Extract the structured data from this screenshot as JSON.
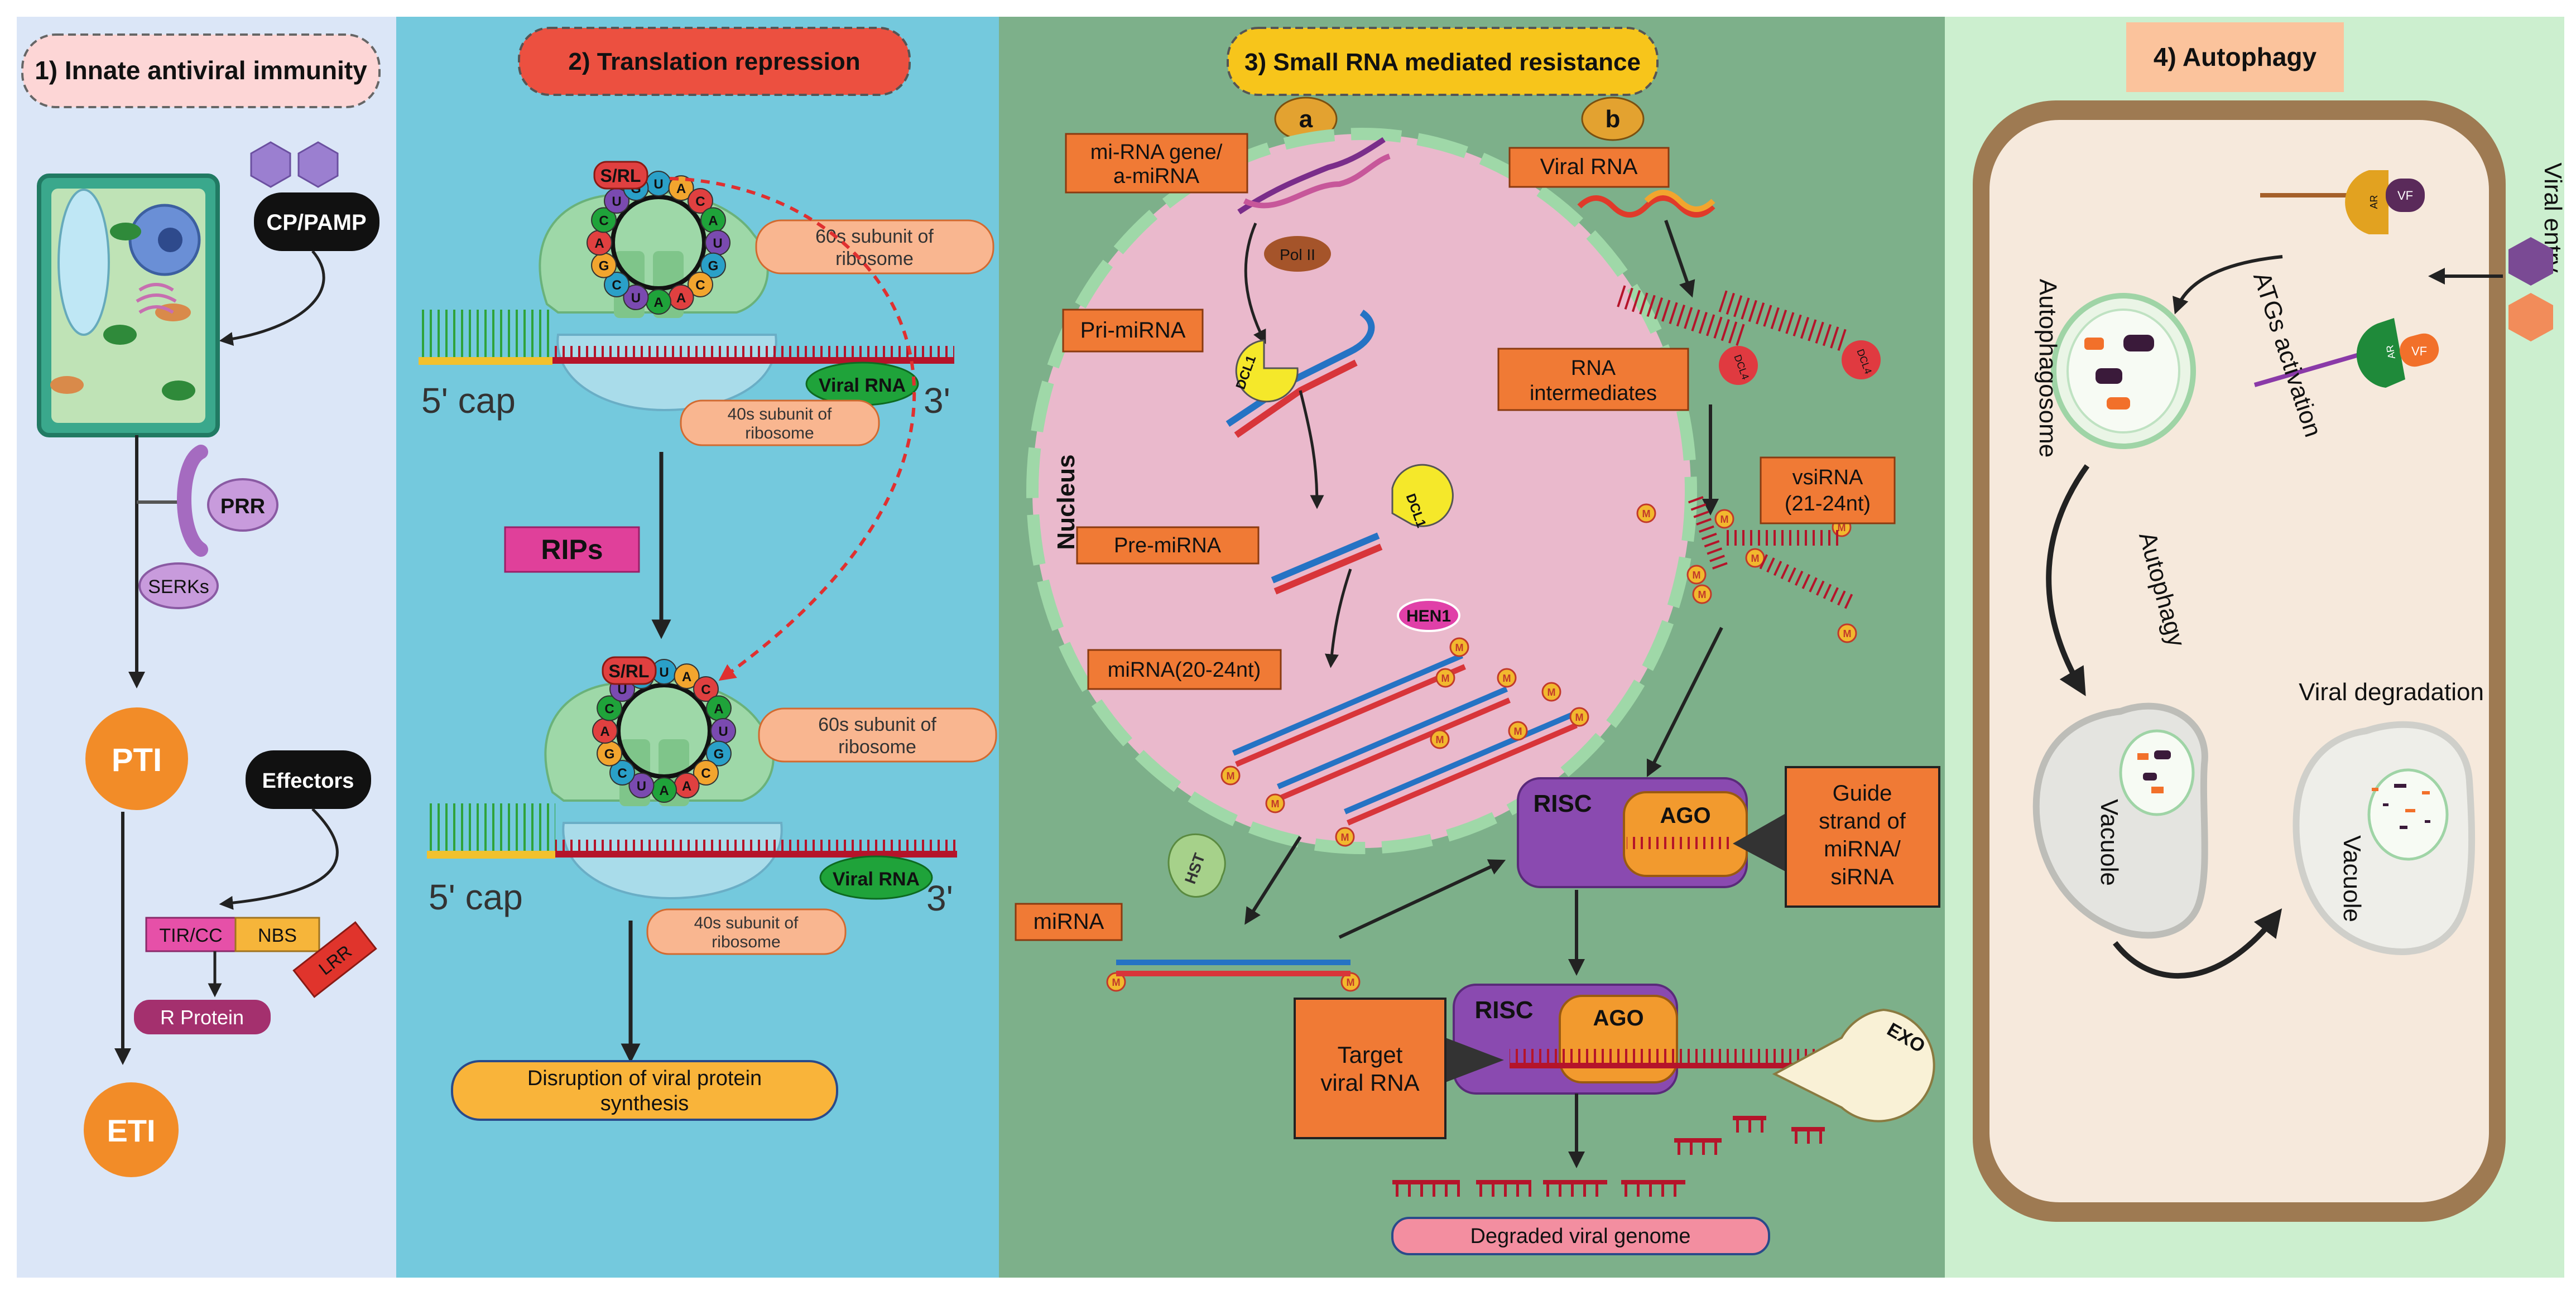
{
  "colors": {
    "panel1_bg": "#dbe6f7",
    "panel2_bg": "#74c9dd",
    "panel3_bg": "#7db08a",
    "panel4_bg": "#ccefcf",
    "nucleus": "#eab9cc",
    "orange_box": "#f07a35",
    "pill": "#f9b690",
    "risc": "#8a4ab0",
    "ago": "#f29a2e",
    "pti": "#f28c28",
    "rips": "#e0409a",
    "rprotein": "#a4306e",
    "cell_wall": "#9e7a52",
    "cell_fill": "#f6e9dc"
  },
  "panel1": {
    "title": "1) Innate antiviral immunity",
    "cp_pamp": "CP/PAMP",
    "prr": "PRR",
    "serks": "SERKs",
    "pti": "PTI",
    "effectors": "Effectors",
    "tir_cc": "TIR/CC",
    "nbs": "NBS",
    "lrr": "LRR",
    "r_protein": "R Protein",
    "eti": "ETI"
  },
  "panel2": {
    "title": "2) Translation repression",
    "srl": "S/RL",
    "sub60": "60s subunit of ribosome",
    "sub40": "40s subunit of ribosome",
    "viral_rna": "Viral RNA",
    "cap5": "5' cap",
    "end3": "3'",
    "rips": "RIPs",
    "disruption": "Disruption of viral protein synthesis",
    "ring_letters": [
      "U",
      "A",
      "C",
      "A",
      "U",
      "G",
      "C",
      "A",
      "A",
      "U",
      "C",
      "G",
      "A",
      "C",
      "U",
      "G"
    ]
  },
  "panel3": {
    "title": "3) Small RNA mediated resistance",
    "label_a": "a",
    "label_b": "b",
    "mirna_gene": "mi-RNA gene/ a-miRNA",
    "pol2": "Pol II",
    "pri_mirna": "Pri-miRNA",
    "dcl1": "DCL1",
    "nucleus": "Nucleus",
    "pre_mirna": "Pre-miRNA",
    "hen1": "HEN1",
    "mirna_20_24": "miRNA(20-24nt)",
    "hst": "HST",
    "mirna": "miRNA",
    "m": "M",
    "viral_rna": "Viral RNA",
    "dcl4": "DCL4",
    "rna_intermediates": "RNA intermediates",
    "vsirna": "vsiRNA (21-24nt)",
    "risc": "RISC",
    "ago": "AGO",
    "guide_strand": "Guide strand of miRNA/ siRNA",
    "target_viral_rna": "Target viral RNA",
    "exo": "EXO",
    "degraded": "Degraded viral genome"
  },
  "panel4": {
    "title": "4) Autophagy",
    "viral_entry": "Viral entry",
    "ar": "AR",
    "vf": "VF",
    "autophagosome": "Autophagosome",
    "atgs": "ATGs activation",
    "autophagy": "Autophagy",
    "viral_degradation": "Viral degradation",
    "vacuole": "Vacuole"
  }
}
